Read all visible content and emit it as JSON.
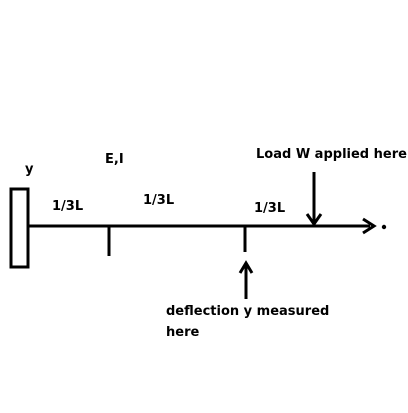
{
  "diagram": {
    "labels": {
      "y_axis": "y",
      "material": "E,I",
      "segment_1": "1/3L",
      "segment_2": "1/3L",
      "segment_3": "1/3L",
      "load": "Load W applied here",
      "deflection_line1": "deflection y measured",
      "deflection_line2": "here"
    },
    "colors": {
      "ink": "#000000",
      "background": "#ffffff"
    }
  }
}
